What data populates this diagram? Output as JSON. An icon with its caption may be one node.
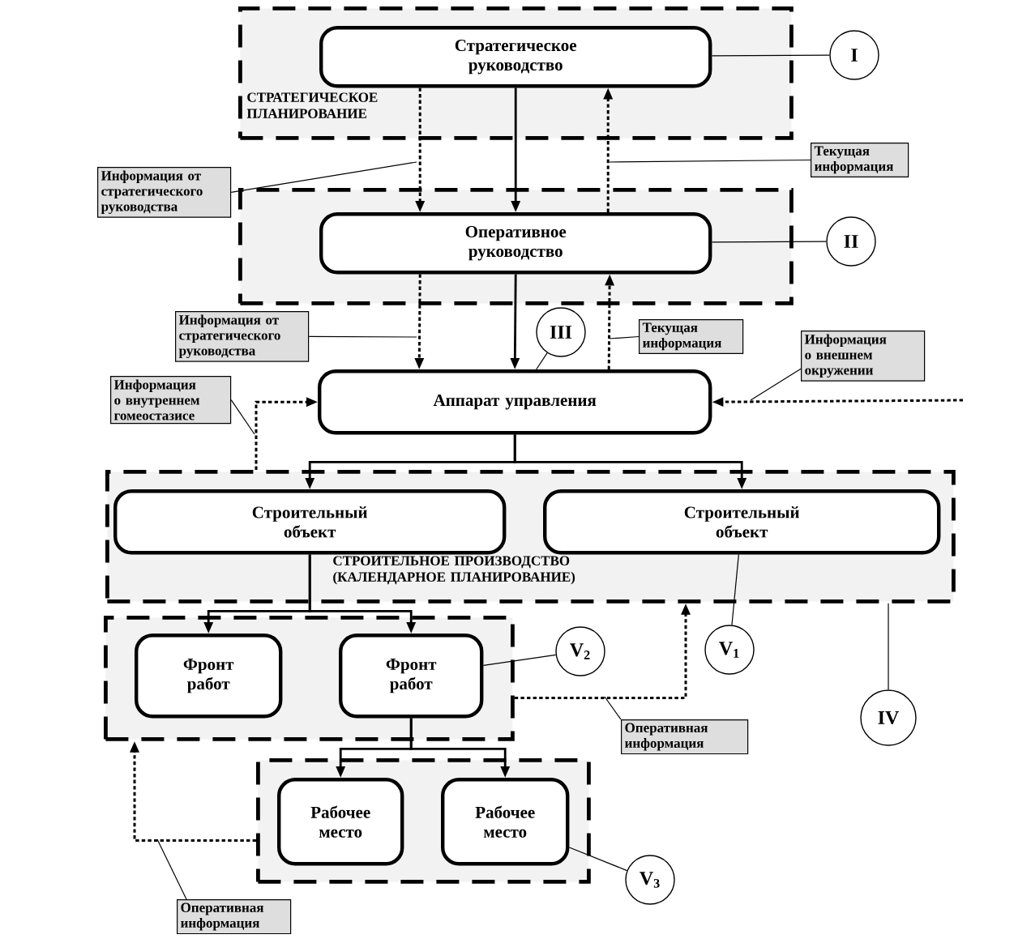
{
  "diagram": {
    "nodes": [
      {
        "text": [
          "СТРАТЕГИЧЕСКОЕ ПЛАНИРОВАНИЕ"
        ]
      },
      {
        "text": [
          "Стратегическое руководство"
        ],
        "in": 0
      },
      {
        "text": [
          "I"
        ]
      },
      {
        "text": [
          "Информация от стратегического руководства"
        ]
      },
      {
        "text": [
          "Текущая информация"
        ]
      },
      {
        "text": [],
        "shape": "box"
      },
      {
        "text": [
          "Оперативное руководство"
        ],
        "in": 5
      },
      {
        "text": [
          "II"
        ]
      },
      {
        "text": [
          "Информация от стратегического руководства"
        ]
      },
      {
        "text": [
          "III"
        ]
      },
      {
        "text": [
          "Текущая информация"
        ]
      },
      {
        "text": [
          "Информация о внешнем окружении"
        ]
      },
      {
        "text": [
          "Информация о внутреннем гомеостазисе"
        ]
      },
      {
        "text": [
          "Аппарат управления"
        ]
      },
      {
        "text": [
          "СТРОИТЕЛЬНОЕ ПРОИЗВОДСТВО (КАЛЕНДАРНОЕ ПЛАНИРОВАНИЕ)"
        ]
      },
      {
        "text": [
          "Строительный объект"
        ],
        "in": 14
      },
      {
        "text": [
          "Строительный объект"
        ],
        "in": 14
      },
      {
        "text": [],
        "shape": "box"
      },
      {
        "text": [
          "Фронт работ"
        ],
        "in": 17
      },
      {
        "text": [
          "Фронт работ"
        ],
        "in": 17
      },
      {
        "text": [
          "V$_{2}$"
        ]
      },
      {
        "text": [
          "V$_{1}$"
        ]
      },
      {
        "text": [
          "Оперативная информация"
        ]
      },
      {
        "text": [
          "IV"
        ]
      },
      {
        "text": [],
        "shape": "box"
      },
      {
        "text": [
          "Рабочее место"
        ],
        "in": 24
      },
      {
        "text": [
          "Рабочее место"
        ],
        "in": 24
      },
      {
        "text": [
          "V$_{3}$"
        ]
      },
      {
        "text": [
          "Оперативная информация"
        ]
      }
    ],
    "edges": [
      {
        "from": 1,
        "to": 6,
        "arrow": "to"
      },
      {
        "from": 1,
        "to": 6,
        "arrow": "to",
        "style": "dashed"
      },
      {
        "from": 6,
        "to": 1,
        "arrow": "to",
        "style": "dashed"
      },
      {
        "from": 6,
        "to": 13,
        "arrow": "to"
      },
      {
        "from": 6,
        "to": 13,
        "arrow": "to",
        "style": "dashed"
      },
      {
        "from": 13,
        "to": 6,
        "arrow": "to",
        "style": "dashed"
      },
      {
        "from": null,
        "to": 13,
        "arrow": "to",
        "style": "dashed"
      },
      {
        "from": 14,
        "to": 13,
        "arrow": "to",
        "style": "dashed"
      },
      {
        "from": 13,
        "to": 15,
        "arrow": "to"
      },
      {
        "from": 13,
        "to": 16,
        "arrow": "to"
      },
      {
        "from": 15,
        "to": 18,
        "arrow": "to"
      },
      {
        "from": 15,
        "to": 19,
        "arrow": "to"
      },
      {
        "from": 19,
        "to": 25,
        "arrow": "to"
      },
      {
        "from": 19,
        "to": 26,
        "arrow": "to"
      },
      {
        "from": 17,
        "to": 14,
        "arrow": "to",
        "style": "dashed"
      },
      {
        "from": 24,
        "to": 17,
        "arrow": "to",
        "style": "dashed"
      },
      {
        "from": 2,
        "to": 1,
        "arrow": "none"
      },
      {
        "from": 3,
        "to": null,
        "arrow": "none"
      },
      {
        "from": 4,
        "to": null,
        "arrow": "none"
      },
      {
        "from": 7,
        "to": 6,
        "arrow": "none"
      },
      {
        "from": 8,
        "to": null,
        "arrow": "none"
      },
      {
        "from": 9,
        "to": 13,
        "arrow": "none"
      },
      {
        "from": 10,
        "to": null,
        "arrow": "none"
      },
      {
        "from": 11,
        "to": null,
        "arrow": "none"
      },
      {
        "from": 12,
        "to": null,
        "arrow": "none"
      },
      {
        "from": 21,
        "to": 16,
        "arrow": "none"
      },
      {
        "from": 20,
        "to": 19,
        "arrow": "none"
      },
      {
        "from": 22,
        "to": null,
        "arrow": "none"
      },
      {
        "from": 23,
        "to": 14,
        "arrow": "none"
      },
      {
        "from": 27,
        "to": 26,
        "arrow": "none"
      },
      {
        "from": 28,
        "to": null,
        "arrow": "none"
      }
    ]
  }
}
